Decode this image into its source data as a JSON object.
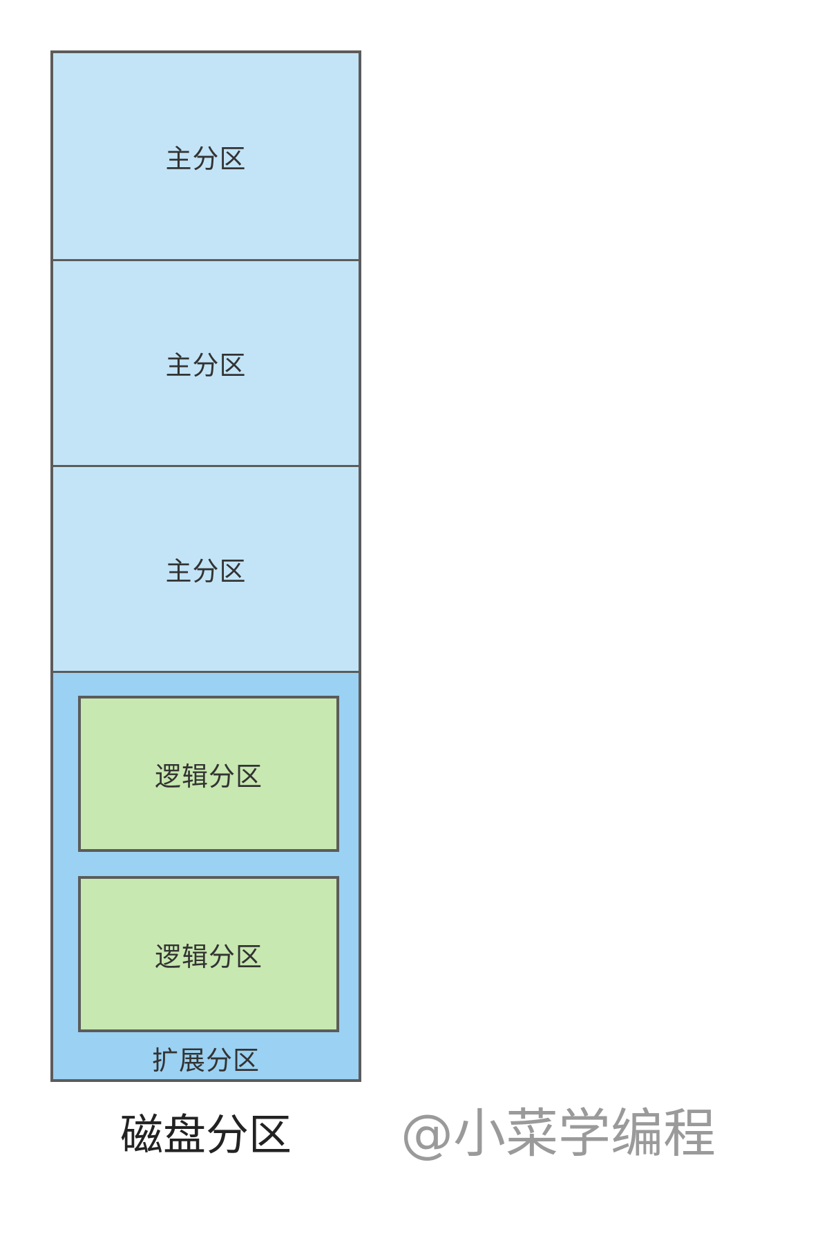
{
  "diagram": {
    "primary_partitions": [
      {
        "label": "主分区"
      },
      {
        "label": "主分区"
      },
      {
        "label": "主分区"
      }
    ],
    "extended_partition": {
      "label": "扩展分区",
      "logical_partitions": [
        {
          "label": "逻辑分区"
        },
        {
          "label": "逻辑分区"
        }
      ]
    },
    "caption": "磁盘分区"
  },
  "watermark": "@小菜学编程",
  "colors": {
    "primary_fill": "#c3e4f7",
    "extended_fill": "#9bd1f2",
    "logical_fill": "#c7e8b0",
    "border": "#5b5b5b",
    "watermark": "#9a9a9a"
  }
}
